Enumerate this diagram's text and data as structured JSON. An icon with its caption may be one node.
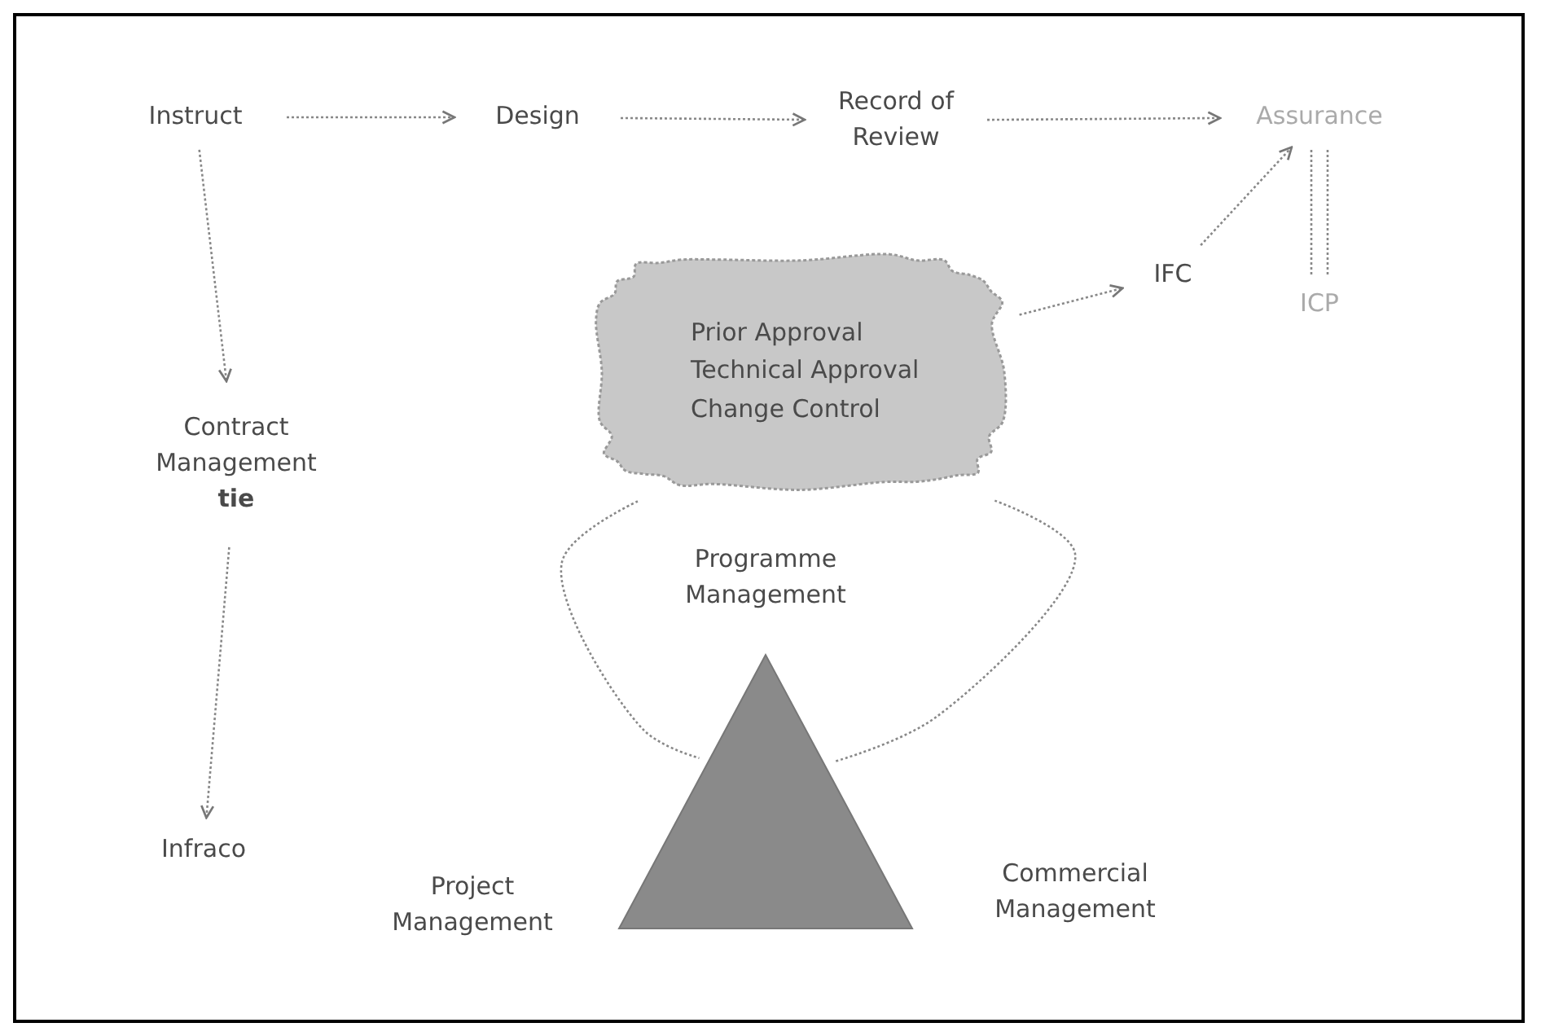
{
  "diagram": {
    "nodes": [
      {
        "text": [
          "Instruct"
        ]
      },
      {
        "text": [
          "Design"
        ]
      },
      {
        "text": [
          "Record of Review"
        ]
      },
      {
        "text": [
          "Assurance"
        ]
      },
      {
        "text": [
          "ICP"
        ]
      },
      {
        "text": [
          "IFC"
        ]
      },
      {
        "text": [
          "Prior Approval",
          "Technical Approval",
          "Change Control"
        ]
      },
      {
        "text": [
          "Contract Management",
          "tie"
        ]
      },
      {
        "text": [
          "Infraco"
        ]
      },
      {
        "text": [
          "Programme Management"
        ]
      },
      {
        "text": [],
        "shape": "triangle"
      },
      {
        "text": [
          "Project Management"
        ]
      },
      {
        "text": [
          "Commercial Management"
        ]
      }
    ],
    "edges": [
      {
        "from": 0,
        "to": 1,
        "arrow": "to"
      },
      {
        "from": 1,
        "to": 2,
        "arrow": "to"
      },
      {
        "from": 2,
        "to": 3,
        "arrow": "to"
      },
      {
        "from": 0,
        "to": 7,
        "arrow": "to"
      },
      {
        "from": 7,
        "to": 8,
        "arrow": "to"
      },
      {
        "from": 6,
        "to": 5,
        "arrow": "to"
      },
      {
        "from": 5,
        "to": 3,
        "arrow": "to"
      },
      {
        "from": 3,
        "to": 4,
        "arrow": "none"
      },
      {
        "from": 6,
        "to": 10,
        "arrow": "none"
      },
      {
        "from": 6,
        "to": 10,
        "arrow": "none"
      }
    ]
  }
}
